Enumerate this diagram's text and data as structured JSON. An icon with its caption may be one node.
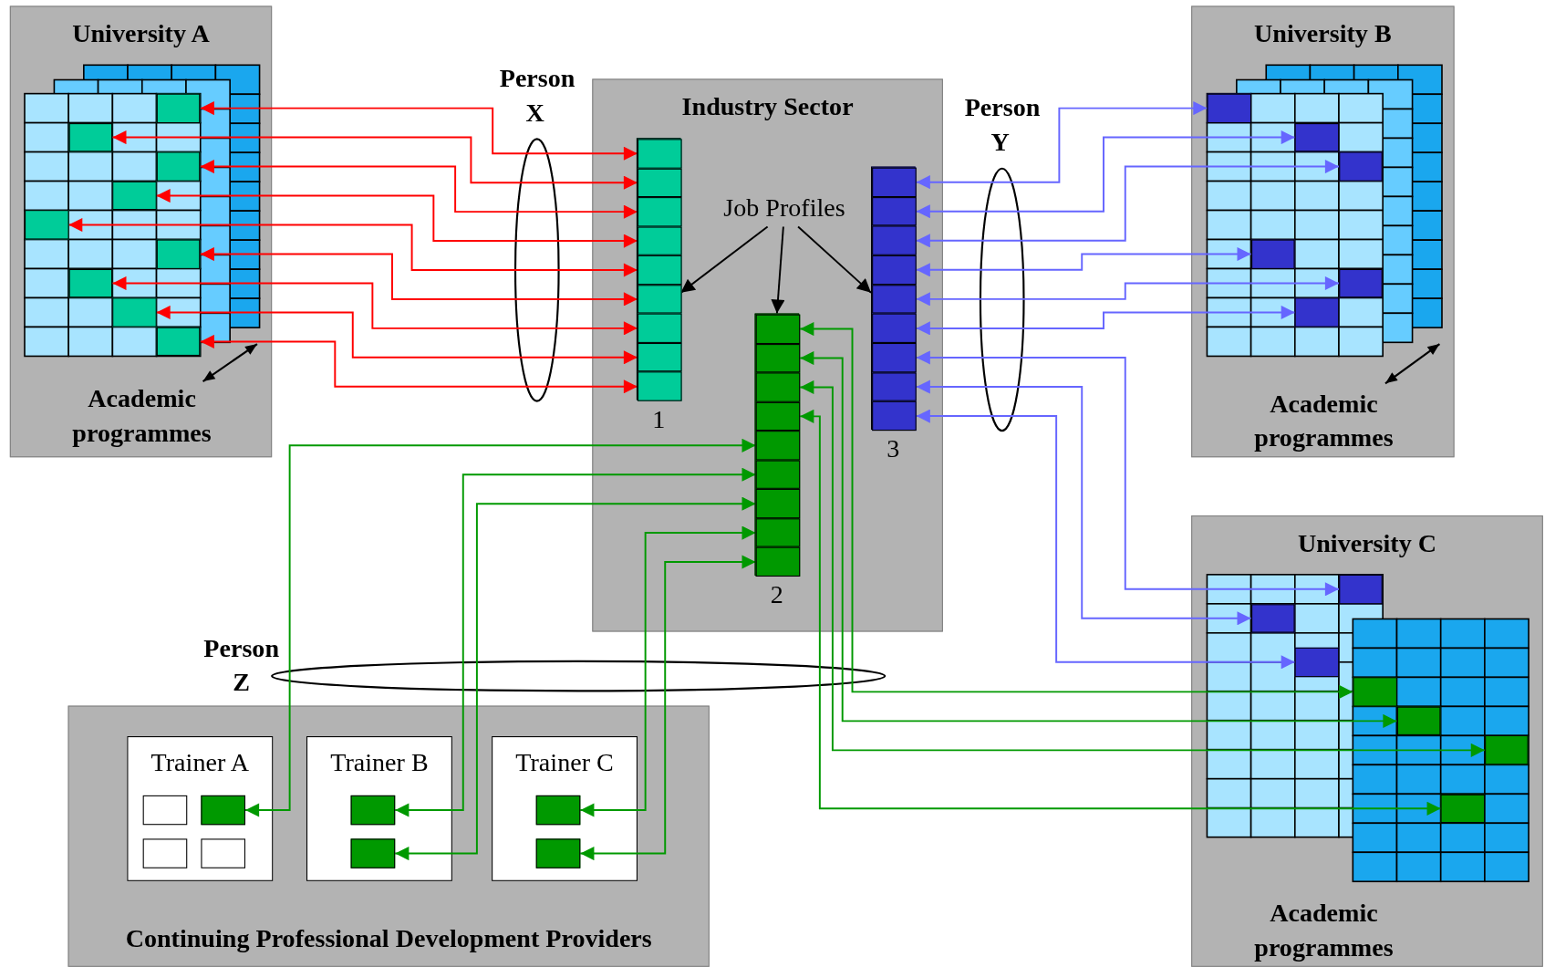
{
  "diagram": {
    "nodes": [
      {
        "text": [
          "University A",
          "Academic programmes"
        ]
      },
      {
        "text": [],
        "shape": "box",
        "in": 0
      },
      {
        "text": [],
        "shape": "box",
        "in": 0
      },
      {
        "text": [],
        "shape": "box",
        "in": 0
      },
      {
        "text": [],
        "shape": "box",
        "in": 0
      },
      {
        "text": [],
        "shape": "box",
        "in": 0
      },
      {
        "text": [],
        "shape": "box",
        "in": 0
      },
      {
        "text": [],
        "shape": "box",
        "in": 0
      },
      {
        "text": [],
        "shape": "box",
        "in": 0
      },
      {
        "text": [],
        "shape": "box",
        "in": 0
      },
      {
        "text": [
          "Person X"
        ]
      },
      {
        "text": [
          "Industry Sector"
        ]
      },
      {
        "text": [],
        "shape": "bar",
        "beside": [
          "1"
        ],
        "in": 11
      },
      {
        "text": [],
        "shape": "box",
        "in": 12
      },
      {
        "text": [],
        "shape": "box",
        "in": 12
      },
      {
        "text": [],
        "shape": "box",
        "in": 12
      },
      {
        "text": [],
        "shape": "box",
        "in": 12
      },
      {
        "text": [],
        "shape": "box",
        "in": 12
      },
      {
        "text": [],
        "shape": "box",
        "in": 12
      },
      {
        "text": [],
        "shape": "box",
        "in": 12
      },
      {
        "text": [],
        "shape": "box",
        "in": 12
      },
      {
        "text": [],
        "shape": "box",
        "in": 12
      },
      {
        "text": [
          "Job Profiles"
        ],
        "in": 11
      },
      {
        "text": [],
        "shape": "bar",
        "beside": [
          "2"
        ],
        "in": 11
      },
      {
        "text": [],
        "shape": "box",
        "in": 23
      },
      {
        "text": [],
        "shape": "box",
        "in": 23
      },
      {
        "text": [],
        "shape": "box",
        "in": 23
      },
      {
        "text": [],
        "shape": "box",
        "in": 23
      },
      {
        "text": [],
        "shape": "box",
        "in": 23
      },
      {
        "text": [],
        "shape": "box",
        "in": 23
      },
      {
        "text": [],
        "shape": "box",
        "in": 23
      },
      {
        "text": [],
        "shape": "box",
        "in": 23
      },
      {
        "text": [],
        "shape": "box",
        "in": 23
      },
      {
        "text": [],
        "shape": "bar",
        "beside": [
          "3"
        ],
        "in": 11
      },
      {
        "text": [],
        "shape": "box",
        "in": 33
      },
      {
        "text": [],
        "shape": "box",
        "in": 33
      },
      {
        "text": [],
        "shape": "box",
        "in": 33
      },
      {
        "text": [],
        "shape": "box",
        "in": 33
      },
      {
        "text": [],
        "shape": "box",
        "in": 33
      },
      {
        "text": [],
        "shape": "box",
        "in": 33
      },
      {
        "text": [],
        "shape": "box",
        "in": 33
      },
      {
        "text": [],
        "shape": "box",
        "in": 33
      },
      {
        "text": [],
        "shape": "box",
        "in": 33
      },
      {
        "text": [
          "Person Y"
        ]
      },
      {
        "text": [
          "University B",
          "Academic programmes"
        ]
      },
      {
        "text": [],
        "shape": "box",
        "in": 44
      },
      {
        "text": [],
        "shape": "box",
        "in": 44
      },
      {
        "text": [],
        "shape": "box",
        "in": 44
      },
      {
        "text": [],
        "shape": "box",
        "in": 44
      },
      {
        "text": [],
        "shape": "box",
        "in": 44
      },
      {
        "text": [],
        "shape": "box",
        "in": 44
      },
      {
        "text": [
          "Person Z"
        ]
      },
      {
        "text": [
          "University C",
          "Academic programmes"
        ]
      },
      {
        "text": [],
        "shape": "box",
        "in": 52
      },
      {
        "text": [],
        "shape": "box",
        "in": 52
      },
      {
        "text": [],
        "shape": "box",
        "in": 52
      },
      {
        "text": [],
        "shape": "box",
        "in": 52
      },
      {
        "text": [],
        "shape": "box",
        "in": 52
      },
      {
        "text": [],
        "shape": "box",
        "in": 52
      },
      {
        "text": [],
        "shape": "box",
        "in": 52
      },
      {
        "text": [
          "Continuing Professional Development Providers"
        ]
      },
      {
        "text": [
          "Trainer A"
        ],
        "in": 60
      },
      {
        "text": [],
        "shape": "box",
        "in": 61
      },
      {
        "text": [],
        "shape": "box",
        "in": 61
      },
      {
        "text": [],
        "shape": "box",
        "in": 61
      },
      {
        "text": [],
        "shape": "box",
        "in": 61
      },
      {
        "text": [
          "Trainer B"
        ],
        "in": 60
      },
      {
        "text": [],
        "shape": "box",
        "in": 66
      },
      {
        "text": [],
        "shape": "box",
        "in": 66
      },
      {
        "text": [
          "Trainer C"
        ],
        "in": 60
      },
      {
        "text": [],
        "shape": "box",
        "in": 69
      },
      {
        "text": [],
        "shape": "box",
        "in": 69
      }
    ],
    "edges": [
      {
        "from": 1,
        "to": 13,
        "arrow": "both",
        "color": "#ff0000"
      },
      {
        "from": 2,
        "to": 14,
        "arrow": "both",
        "color": "#ff0000"
      },
      {
        "from": 3,
        "to": 15,
        "arrow": "both",
        "color": "#ff0000"
      },
      {
        "from": 4,
        "to": 16,
        "arrow": "both",
        "color": "#ff0000"
      },
      {
        "from": 5,
        "to": 17,
        "arrow": "both",
        "color": "#ff0000"
      },
      {
        "from": 6,
        "to": 18,
        "arrow": "both",
        "color": "#ff0000"
      },
      {
        "from": 7,
        "to": 19,
        "arrow": "both",
        "color": "#ff0000"
      },
      {
        "from": 8,
        "to": 20,
        "arrow": "both",
        "color": "#ff0000"
      },
      {
        "from": 9,
        "to": 21,
        "arrow": "both",
        "color": "#ff0000"
      },
      {
        "from": 34,
        "to": 45,
        "arrow": "both",
        "color": "#6666ff"
      },
      {
        "from": 35,
        "to": 46,
        "arrow": "both",
        "color": "#6666ff"
      },
      {
        "from": 36,
        "to": 47,
        "arrow": "both",
        "color": "#6666ff"
      },
      {
        "from": 37,
        "to": 48,
        "arrow": "both",
        "color": "#6666ff"
      },
      {
        "from": 38,
        "to": 49,
        "arrow": "both",
        "color": "#6666ff"
      },
      {
        "from": 39,
        "to": 50,
        "arrow": "both",
        "color": "#6666ff"
      },
      {
        "from": 40,
        "to": 53,
        "arrow": "both",
        "color": "#6666ff"
      },
      {
        "from": 41,
        "to": 54,
        "arrow": "both",
        "color": "#6666ff"
      },
      {
        "from": 42,
        "to": 55,
        "arrow": "both",
        "color": "#6666ff"
      },
      {
        "from": 63,
        "to": 28,
        "arrow": "both",
        "color": "#009900"
      },
      {
        "from": 67,
        "to": 29,
        "arrow": "both",
        "color": "#009900"
      },
      {
        "from": 68,
        "to": 30,
        "arrow": "both",
        "color": "#009900"
      },
      {
        "from": 70,
        "to": 31,
        "arrow": "both",
        "color": "#009900"
      },
      {
        "from": 71,
        "to": 32,
        "arrow": "both",
        "color": "#009900"
      },
      {
        "from": 24,
        "to": 56,
        "arrow": "both",
        "color": "#009900"
      },
      {
        "from": 25,
        "to": 57,
        "arrow": "both",
        "color": "#009900"
      },
      {
        "from": 26,
        "to": 58,
        "arrow": "both",
        "color": "#009900"
      },
      {
        "from": 27,
        "to": 59,
        "arrow": "both",
        "color": "#009900"
      },
      {
        "from": 22,
        "to": 12,
        "arrow": "to",
        "color": "#000000"
      },
      {
        "from": 22,
        "to": 23,
        "arrow": "to",
        "color": "#000000"
      },
      {
        "from": 22,
        "to": 33,
        "arrow": "to",
        "color": "#000000"
      }
    ]
  }
}
